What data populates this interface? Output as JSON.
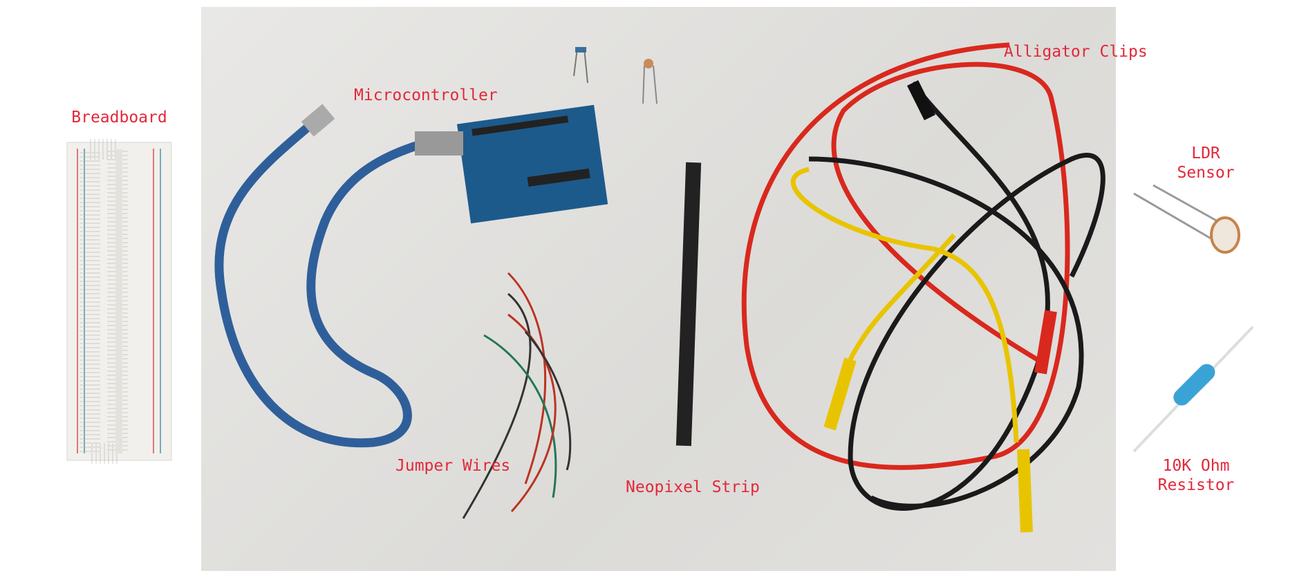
{
  "labels": {
    "breadboard": "Breadboard",
    "microcontroller": "Microcontroller",
    "alligator_clips": "Alligator Clips",
    "ldr_line1": "LDR",
    "ldr_line2": "Sensor",
    "resistor_line1": "10K Ohm",
    "resistor_line2": "Resistor",
    "jumper_wires": "Jumper Wires",
    "neopixel_strip": "Neopixel Strip"
  },
  "colors": {
    "label": "#e3283a",
    "background": "#ffffff",
    "photo_bg": "#e2e1de"
  }
}
